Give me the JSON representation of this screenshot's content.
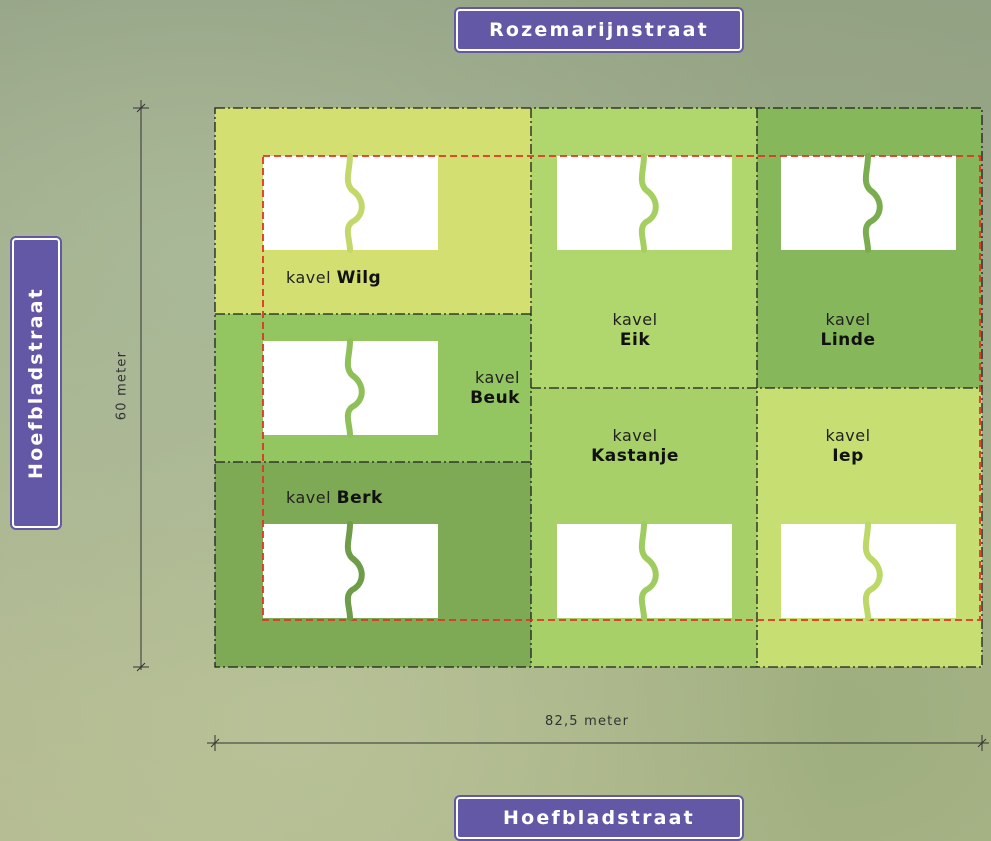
{
  "streets": {
    "top": "Rozemarijnstraat",
    "bottom": "Hoefbladstraat",
    "left": "Hoefbladstraat"
  },
  "dimensions": {
    "height": "60 meter",
    "width": "82,5 meter"
  },
  "plots": [
    {
      "prefix": "kavel",
      "name": "Wilg",
      "color": "#d3e071"
    },
    {
      "prefix": "kavel",
      "name": "Eik",
      "color": "#b0d66e"
    },
    {
      "prefix": "kavel",
      "name": "Linde",
      "color": "#86b75a"
    },
    {
      "prefix": "kavel",
      "name": "Beuk",
      "color": "#93c661"
    },
    {
      "prefix": "kavel",
      "name": "Kastanje",
      "color": "#a8d068"
    },
    {
      "prefix": "kavel",
      "name": "Iep",
      "color": "#c7df72"
    },
    {
      "prefix": "kavel",
      "name": "Berk",
      "color": "#7ea955"
    }
  ]
}
